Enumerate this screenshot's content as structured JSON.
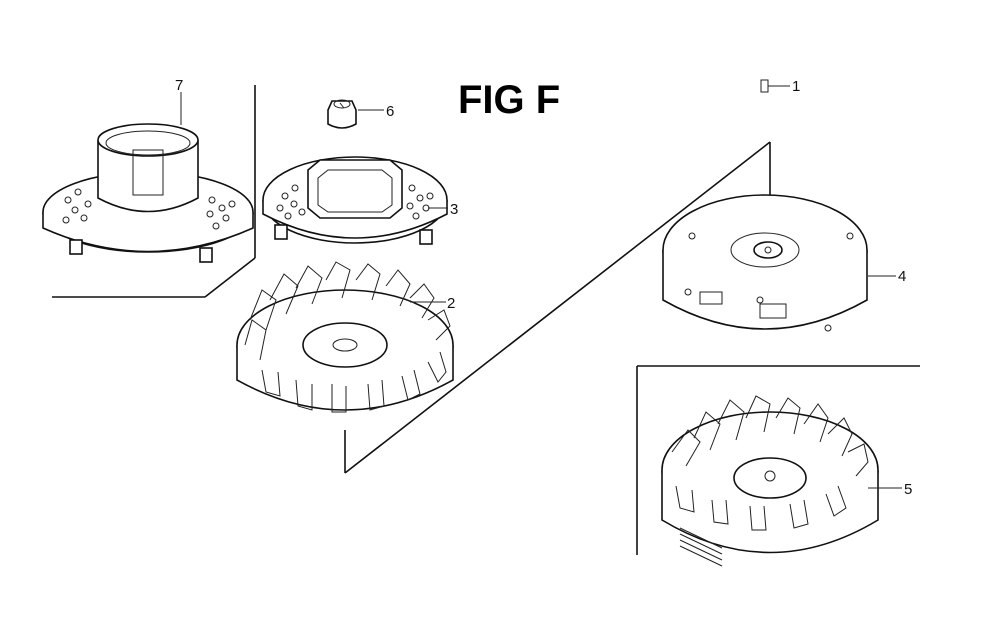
{
  "figure": {
    "title": "FIG F",
    "legend_number": "1"
  },
  "callouts": {
    "c2": "2",
    "c3": "3",
    "c4": "4",
    "c5": "5",
    "c6": "6",
    "c7": "7"
  }
}
